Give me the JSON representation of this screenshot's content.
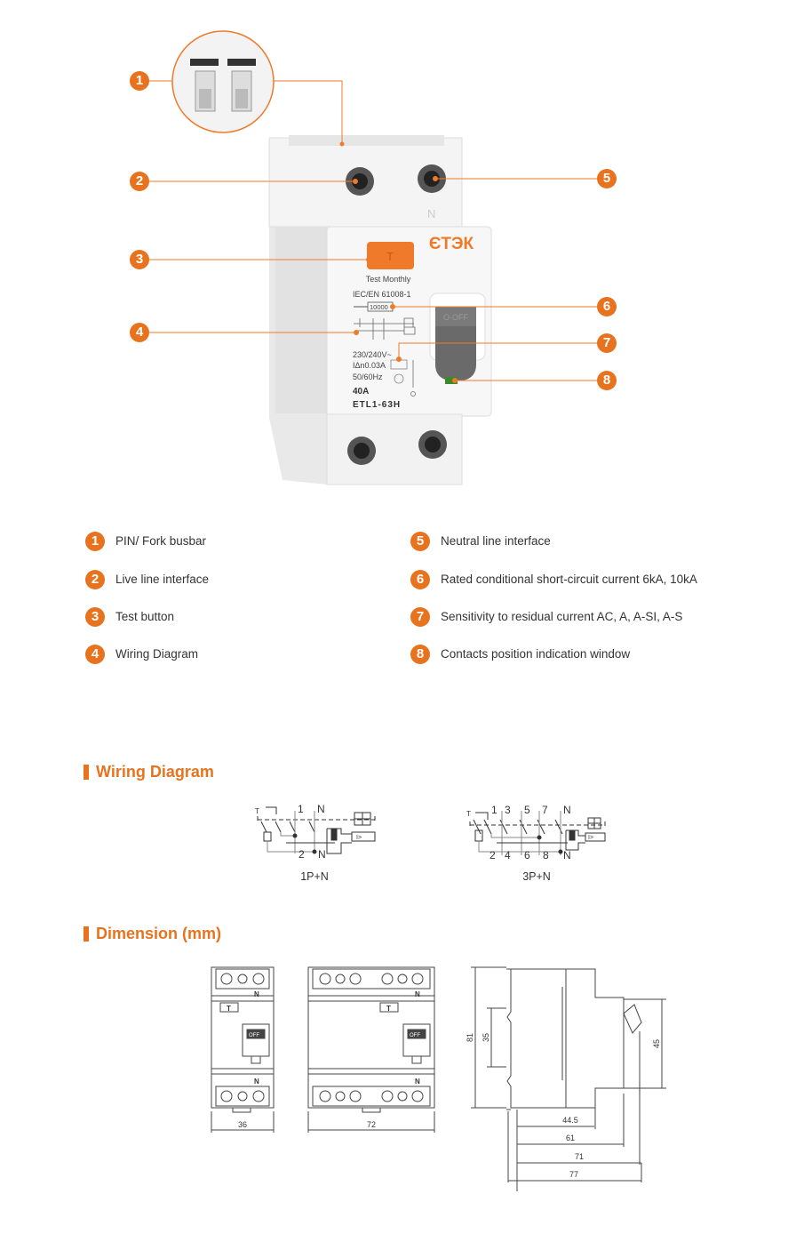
{
  "product": {
    "brand": "ЄТЭК",
    "test_button_label": "T",
    "test_monthly": "Test Monthly",
    "standard": "IEC/EN 61008-1",
    "short_circuit_rating": "10000",
    "voltage": "230/240V~",
    "residual_current": "IΔn0.03A",
    "frequency": "50/60Hz",
    "rated_current": "40A",
    "model": "ETL1-63H",
    "neutral_mark": "N",
    "window_text": "O-OFF"
  },
  "callouts": [
    "1",
    "2",
    "3",
    "4",
    "5",
    "6",
    "7",
    "8"
  ],
  "legend": [
    {
      "num": "1",
      "label": "PIN/ Fork busbar"
    },
    {
      "num": "2",
      "label": "Live line interface"
    },
    {
      "num": "3",
      "label": "Test button"
    },
    {
      "num": "4",
      "label": "Wiring Diagram"
    },
    {
      "num": "5",
      "label": "Neutral line interface"
    },
    {
      "num": "6",
      "label": "Rated conditional short-circuit current 6kA, 10kA"
    },
    {
      "num": "7",
      "label": "Sensitivity to residual current AC, A, A-SI, A-S"
    },
    {
      "num": "8",
      "label": "Contacts position indication window"
    }
  ],
  "wiring": {
    "title": "Wiring Diagram",
    "diagrams": [
      {
        "caption": "1P+N",
        "test": "T",
        "top": [
          "1",
          "N"
        ],
        "bottom": [
          "2",
          "N"
        ],
        "trip": "I>"
      },
      {
        "caption": "3P+N",
        "test": "T",
        "top": [
          "1",
          "3",
          "5",
          "7",
          "N"
        ],
        "bottom": [
          "2",
          "4",
          "6",
          "8",
          "N"
        ],
        "trip": "I>"
      }
    ]
  },
  "dimension": {
    "title": "Dimension (mm)",
    "width_2p": "36",
    "width_4p": "72",
    "height_total": "81",
    "rail": "35",
    "front_height": "45",
    "depth_1": "44.5",
    "depth_2": "61",
    "depth_3": "71",
    "depth_4": "77",
    "neutral": "N",
    "test": "T",
    "window": "OFF"
  },
  "colors": {
    "accent": "#e8731e",
    "text": "#333333",
    "line": "#555555"
  }
}
